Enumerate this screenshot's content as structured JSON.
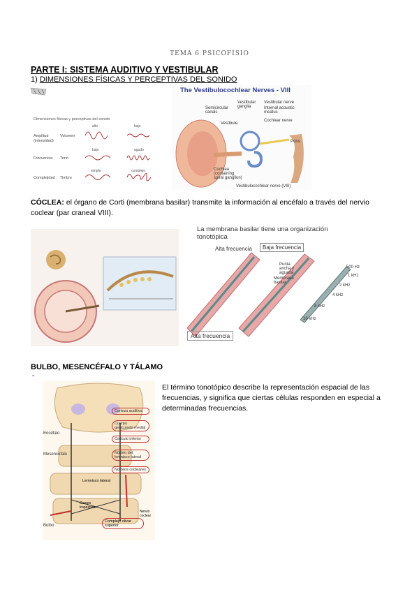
{
  "header": {
    "title": "TEMA 6 PSICOFISIO"
  },
  "part": {
    "title": "PARTE I: SISTEMA AUDITIVO Y VESTIBULAR"
  },
  "section1": {
    "number": "1)",
    "title": "DIMENSIONES FÍSICAS Y PERCEPTIVAS DEL SONIDO"
  },
  "figure_dims": {
    "rows": [
      {
        "physical": "Amplitud (intensidad)",
        "perceptual": "Volumen",
        "left": "alto",
        "right": "bajo"
      },
      {
        "physical": "Frecuencia",
        "perceptual": "Tono",
        "left": "bajo",
        "right": "agudo"
      },
      {
        "physical": "Complejidad",
        "perceptual": "Timbre",
        "left": "simple",
        "right": "complejo"
      }
    ]
  },
  "figure_ear": {
    "title": "The Vestibulocochlear Nerves - VIII",
    "labels": [
      "Semicircular canals",
      "Vestibular ganglia",
      "Vestibular nerve",
      "Internal acoustic meatus",
      "Cochlear nerve",
      "Vestibule",
      "Pons",
      "Cochlea (containing spiral ganglion)",
      "Vestibulocochlear nerve (VIII)"
    ]
  },
  "cochlea": {
    "term": "CÓCLEA:",
    "text": " el órgano de Corti (membrana basilar) transmite la información al encéfalo a través del nervio coclear (par craneal VIII)."
  },
  "figure_membrane": {
    "title": "La membrana basilar tiene una organización tonotópica",
    "high": "Alta frecuencia",
    "low": "Baja frecuencia",
    "labels": [
      "Punta ancha y aguada",
      "Membrana basilar"
    ],
    "freqs": [
      "500 Hz",
      "1 kHz",
      "2 kHz",
      "4 kHz",
      "8 kHz",
      "16 kHz"
    ],
    "bottom": "Alta frecuencia"
  },
  "section2": {
    "title": "BULBO, MESENCÉFALO Y TÁLAMO",
    "dash": "-"
  },
  "figure_brain": {
    "labels": [
      "Corteza auditiva",
      "Cuerpo geniculado medial",
      "Colículo inferior",
      "Núcleo del lemnisco lateral",
      "Núcleos cocleares",
      "Complejo olivar superior",
      "Lemnisco lateral",
      "Nervio coclear",
      "Cuerpo trapezoide"
    ],
    "regions": [
      "Encéfalo",
      "Mesencéfalo",
      "Bulbo"
    ]
  },
  "tonotopic": {
    "text": "El término tonotópico describe la representación espacial de las frecuencias, y significa que ciertas células responden en especial a determinadas frecuencias."
  }
}
